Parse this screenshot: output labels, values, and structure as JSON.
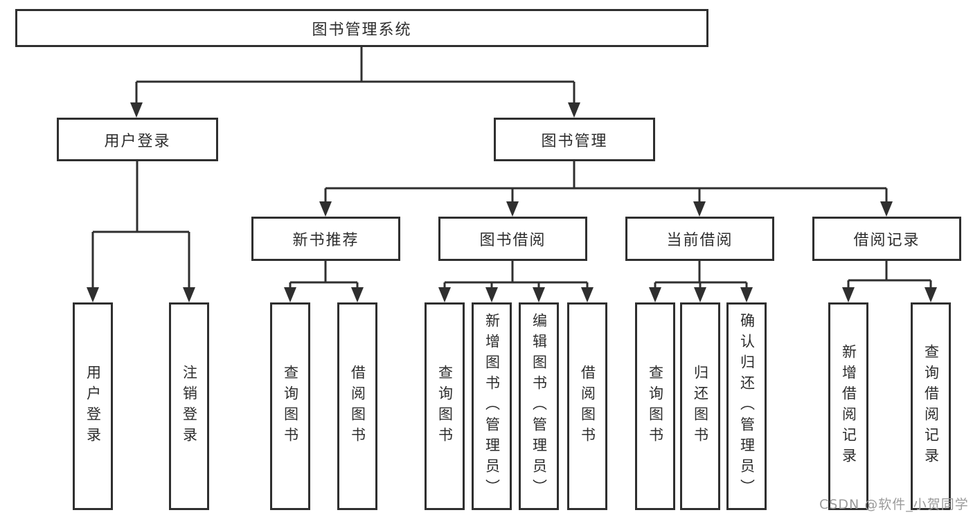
{
  "tree": {
    "root": {
      "label": "图书管理系统",
      "children": [
        {
          "label": "用户登录",
          "children": [
            {
              "label": "用户登录"
            },
            {
              "label": "注销登录"
            }
          ]
        },
        {
          "label": "图书管理",
          "children": [
            {
              "label": "新书推荐",
              "children": [
                {
                  "label": "查询图书"
                },
                {
                  "label": "借阅图书"
                }
              ]
            },
            {
              "label": "图书借阅",
              "children": [
                {
                  "label": "查询图书"
                },
                {
                  "label": "新增图书（管理员）"
                },
                {
                  "label": "编辑图书（管理员）"
                },
                {
                  "label": "借阅图书"
                }
              ]
            },
            {
              "label": "当前借阅",
              "children": [
                {
                  "label": "查询图书"
                },
                {
                  "label": "归还图书"
                },
                {
                  "label": "确认归还（管理员）"
                }
              ]
            },
            {
              "label": "借阅记录",
              "children": [
                {
                  "label": "新增借阅记录"
                },
                {
                  "label": "查询借阅记录"
                }
              ]
            }
          ]
        }
      ]
    }
  },
  "watermark": {
    "text": "CSDN @软件_小贺同学"
  },
  "colors": {
    "line": "#2f2f2f",
    "text": "#2d2d2d",
    "box_background": "#ffffff",
    "watermark": "#9b9b9b"
  }
}
